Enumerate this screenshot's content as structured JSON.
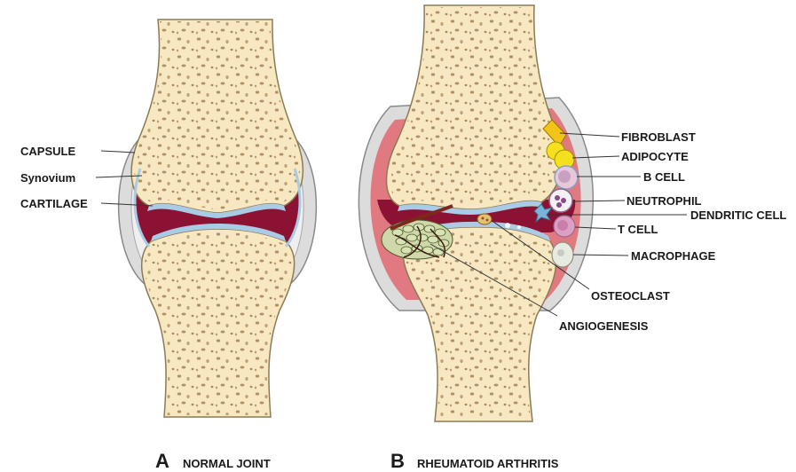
{
  "panel_a": {
    "letter": "A",
    "title": "NORMAL JOINT",
    "labels": {
      "capsule": "CAPSULE",
      "synovium": "Synovium",
      "cartilage": "CARTILAGE"
    }
  },
  "panel_b": {
    "letter": "B",
    "title": "RHEUMATOID ARTHRITIS",
    "labels": {
      "fibroblast": "FIBROBLAST",
      "adipocyte": "ADIPOCYTE",
      "b_cell": "B CELL",
      "neutrophil": "NEUTROPHIL",
      "dendritic_cell": "DENDRITIC CELL",
      "t_cell": "T CELL",
      "macrophage": "MACROPHAGE",
      "osteoclast": "OSTEOCLAST",
      "angiogenesis": "ANGIOGENESIS"
    }
  },
  "colors": {
    "bone": "#f7e8c1",
    "bone_outline": "#8c7a55",
    "bone_pore": "#a8875a",
    "capsule": "#dcdcdc",
    "capsule_outline": "#8a8a8a",
    "synovium_fluid": "#8b1232",
    "inflamed": "#e07a80",
    "cartilage": "#a9cbe6"
  }
}
